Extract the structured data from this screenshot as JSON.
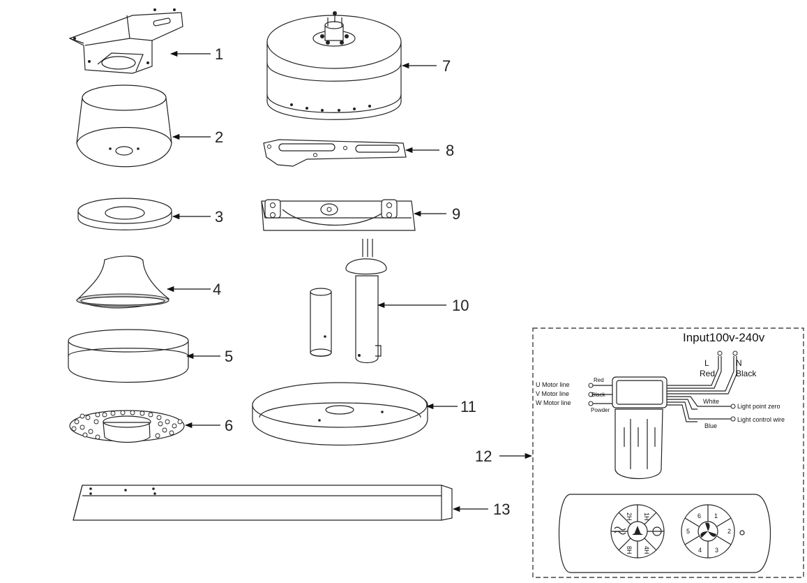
{
  "parts": [
    {
      "number": "1"
    },
    {
      "number": "2"
    },
    {
      "number": "3"
    },
    {
      "number": "4"
    },
    {
      "number": "5"
    },
    {
      "number": "6"
    },
    {
      "number": "7"
    },
    {
      "number": "8"
    },
    {
      "number": "9"
    },
    {
      "number": "10"
    },
    {
      "number": "11"
    },
    {
      "number": "12"
    },
    {
      "number": "13"
    }
  ],
  "wiring": {
    "input": "Input100v-240v",
    "l": "L",
    "red_right": "Red",
    "n": "N",
    "black_right": "Black",
    "u_motor": "U  Motor line",
    "v_motor": "V  Motor line",
    "w_motor": "W  Motor line",
    "red_left": "Red",
    "black_left": "Black",
    "powder": "Powder",
    "white": "White",
    "blue": "Blue",
    "light_zero": "Light point zero",
    "light_control": "Light control wire"
  },
  "remote": {
    "left_buttons": [
      "2H",
      "1H",
      "4H",
      "8H"
    ],
    "right_buttons": [
      "1",
      "2",
      "3",
      "4",
      "5",
      "6"
    ]
  }
}
